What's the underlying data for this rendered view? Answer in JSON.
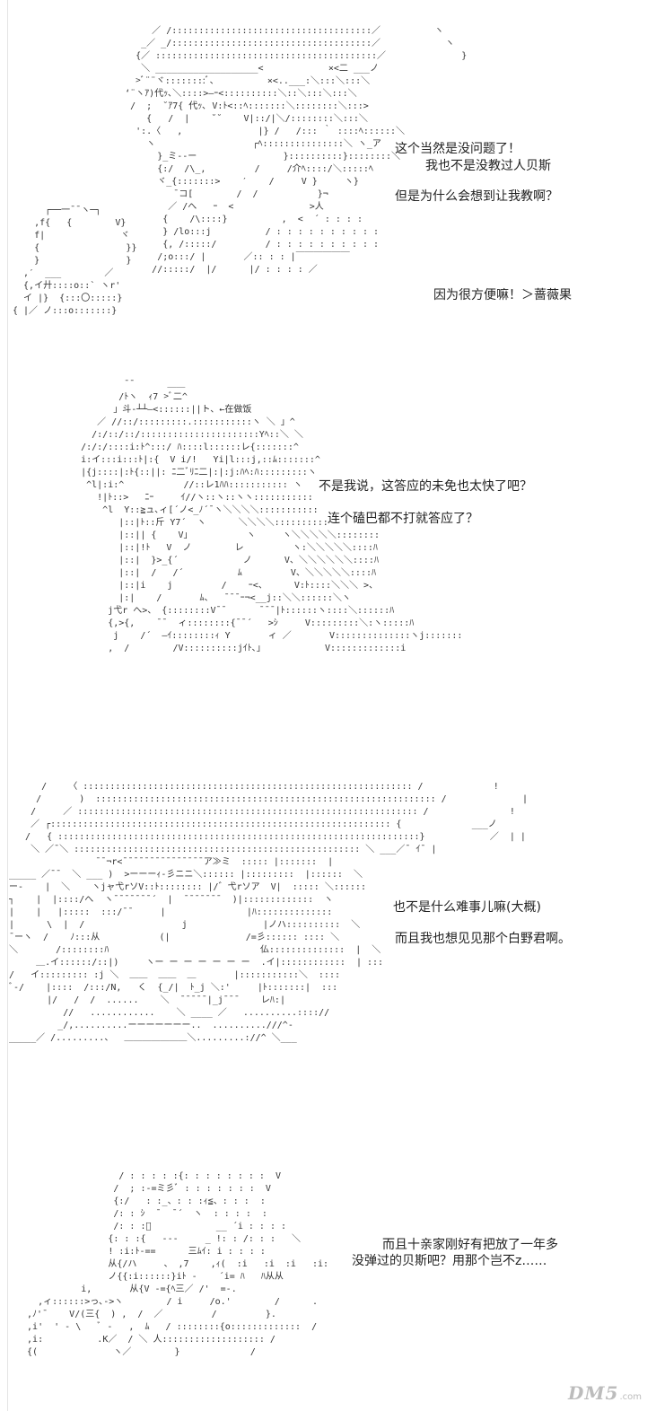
{
  "panels": [
    {
      "art": "         ／ /:::::::::::::::::::::::::::::::::::::／          ヽ\n       _／ _/:::::::::::::::::::::::::::::::::::::／            ヽ\n      {／ :::::::::::::::::::::::::::::::::::::::::／              }\n       ＼ ___________________<            ×<二 ___ノ\n      >ﾞ¨¨ヾ::::::::ﾞ、         ×<..___:＼:::＼:::＼\n    ‘¨ヽｱ)代ｯ､＼::::>―ｰ<::::::::::＼::＼:::＼:::＼\n     /  ;  ˘ｱ7{ 代ｯ､ V:ﾄ<::ﾍ:::::::＼::::::::＼:::>\n        {   /  |    ˘˘    V|::/|＼/::::::::＼:::＼\n      ':.〈   ,              |} /   /::: ｀ ::::ﾍ::::::＼\n        ヽ                  ┌ﾍ:::::::::::::::＼ ヽ_ア\n          }_ミ--ー                }::::::::::}::::::::＼\n          {:/  /\\_,         /     /介ﾍ::::/＼:::::ﾍ\n          ヾ_{:::::::>    ′    /     V }     ヽ}\n             ¯コ[        /  /           }¬\n            ／ /へ   ｰ  <              >人\n           {    /\\::::}          ,  <  ´ : : : :\n           } /lo:::j          / : : : : : : : : : :\n           {, /:::::/         / : : : : : : : : : :\n          /;o:::/ |       ／:: : : |￣￣￣￣￣￣\n         //:::::/  |/      |/ : : : : ／",
      "art2": "      ┌──一¯¯ヽ─┐\n    ,f{   {        V}\n    f|              ヾ\n    {                }}\n    }                }\n  ,′  ___        ／\n  {,イ廾::::o::` ヽr'\n  イ |}  {:::〇:::::}\n{ |／ ノ:::o:::::::}",
      "lines": [
        "这个当然是没问题了！",
        "我也不是没教过人贝斯",
        "但是为什么会想到让我教啊？",
        "因为很方便嘛！＞蔷薇果"
      ]
    },
    {
      "art": "             ¯¯      ＿＿\n            /ﾄヽ  ｨ7 >ﾞ二^\n           」斗‐┴┴―<::::::||ト、←在做饭\n        ／ //::/:::::::::.:::::::::::ヽ ＼ 」^\n       /:/::/::/::::::::::::::::::::::Yﾍ::＼ ＼\n     /:/:/::::i:ﾄ^:::/ ﾊ::::l::::::レ{:::::::^\n     i:イ:::i:::ﾄ|:{  V i/!   Yi|l:::j,::ﾑ:::::::^\n     |{j::::|:ﾄ{::||: ﾆ二ﾞﾘﾆ二|:|:j:ﾊﾍ:ﾊ:::::::::ヽ\n      ^l|:i:^           //::レ1ﾊﾊ::::::::::: ヽ\n        !|ﾄ::>   ﾆｰ     ｲ//ヽ::ヽ::ヽヽ:::::::::::\n         ^l  Y::≧ュ､ィ[´ノ<_ﾉ´¯ヽ＼＼＼＼:::::::::::\n            |::|ﾄ::斤 Y7´  ヽ      ＼＼＼＼::::::::::\n            |::|| {    V」          ヽ     ヽ＼＼＼＼＼::::::::\n            |::|!ﾄ   V  ノ        レ         ヽ:＼＼＼＼＼::::ﾊ\n            |::|  }>_{´            ノ      V、＼＼＼＼＼＼::::ﾊ\n            |::|  /   /´          ﾑ         V、＼＼＼＼＼::::ﾊ\n            |::|i    j         /    ｰ<、     V:ﾄ::::＼＼＼ >、\n            |:|    /       ﾑ、  ¯¯¯ｰ¬<__j::＼＼::::::＼ヽ\n          j弋r へ>、 {::::::::V¯¯      ¯¯¯|ﾄ::::::ヽ::::＼::::::ﾊ\n          {,>{,    ¯¯  ィ::::::::{¯¯´   >ｼ     V:::::::::＼:ヽ:::::ﾊ\n           j    /´  ―ｲ::::::::ｨ Y       ィ ／       V::::::::::::::ヽj:::::::\n          ,  /        /V::::::::::jｲﾄ､」           V:::::::::::::i",
      "lines": [
        "不是我说，这答应的未免也太快了吧？",
        "连个磕巴都不打就答应了？"
      ]
    },
    {
      "art": "      /    〈 ::::::::::::::::::::::::::::::::::::::::::::::::::::::::::::: /             !\n     /       )  ::::::::::::::::::::::::::::::::::::::::::::::::::::::::::::::: /              |\n    /     ／ ::::::::::::::::::::::::::::::::::::::::::::::::::::::::::::::: /               !\n    ／ ┌::::::::::::::::::::::::::::::::::::::::::::::::::::::::::::::: {             ___ノ\n   /   { :::::::::::::::::::::::::::::::::::::::::::::::::::::::::::::::::::}            ／  | |\n    ＼ ／¯＼ ::::::::::::::::::::::::::::::::::::::::::::::::::::: ＼ ___／¯ ｲ¯ |\n                ¯¯¬r<¯¯¯¯¯¯¯¯¯¯¯¯¯¯¯ア≫ミ  ::::: |:::::::  |\n_____ ／¯¯  ＼ ___ )  >ーーーｨ‐彡ニニ＼:::::: |:::::::::  |::::::  ＼\nー-    |  ＼    ヽjャ弋rソV::ﾄ:::::::: |/゛弋rソア  V|  ::::: ＼::::::\n┐    |  |::::/へ  ヽ¯¯¯¯¯¯¯´  |  ¯¯¯¯¯¯¯  )|:::::::::::::  ヽ\n|    |   |:::::  :::/¯¯     |               |ﾊ::::::::::::::\n|      \\  |  /                  j              |ノハ::::::::::  ＼\n¯ーヽ  /    ﾉ:::从           (|              /=彡:::::: :::: ＼\n＼       /::::::::ﾊ                            仏::::::::::::::  |  ＼\n     ＿.イ::::::/::|)     ヽー ー ー ー ー ー ー  .イ|::::::::::::  | :::\n/   イ::::::::: :j ＼  ＿＿  ＿＿  ＿       |:::::::::::＼  ::::\nﾞ-/    |::::  /:::/N,   く  {_/|  ﾄ_j ＼:'     |ﾄ:::::::|  :::\n       |/   /  /  ......    ＼  ¯¯¯¯¯|_j¯¯¯    レﾊ:|\n          //   ............    ＼ ____ ／   ..........:::://\n         _/,..........ーーーーーーー..  ..........///^-\n_____／ /.........、  ＿＿＿＿＿＿＿＼.........://^ ＼___",
      "lines": [
        "也不是什么难事儿嘛(大概)",
        "而且我也想见见那个白野君啊。"
      ]
    },
    {
      "art": "                   / : : : : :{: : : : : : : :  V\n                  /  ; :-=ミ彡ﾞ : : : : : : :  V\n                  {:/   : :_、: : :ｨ≦、: : :  :\n                  /: : ｼ  ¯  ¯´  ヽ  : : : :  :\n                  /: : :ﾞ            __ ´i : : : :\n                 {: : :{   -‐‐     _ !: : /: : :   ＼\n                 ! :i:ﾄ-==      三ﾑｲ: i : : : :\n                 从{/ハ     、 ,7    ,ｨ(  :i   :i  :i   :i:\n                 ノ{{:i::::::}iﾄ -    ´i= ﾊ   ﾊ从从\n            i,       从{V -={ﾍ三／ /'  =-.\n    ,ィ::::::>っ､->ヽ        / i     /o.'        /      .\n  ,ﾉ'¯    V/(三{  ) ,  /  ／         /         }.\n  ,i'  ' - \\   ﾞ -   ,  ﾑ   / ::::::::{o:::::::::::::  /\n  ,i:          .K／  / ＼ 人::::::::::::::::::: /\n  {(              ヽ／        }             /",
      "lines": [
        "而且十亲家刚好有把放了一年多",
        "没弹过的贝斯吧？用那个岂不z……"
      ]
    }
  ],
  "watermark": {
    "logo": "DM5",
    "suffix": ".com"
  }
}
